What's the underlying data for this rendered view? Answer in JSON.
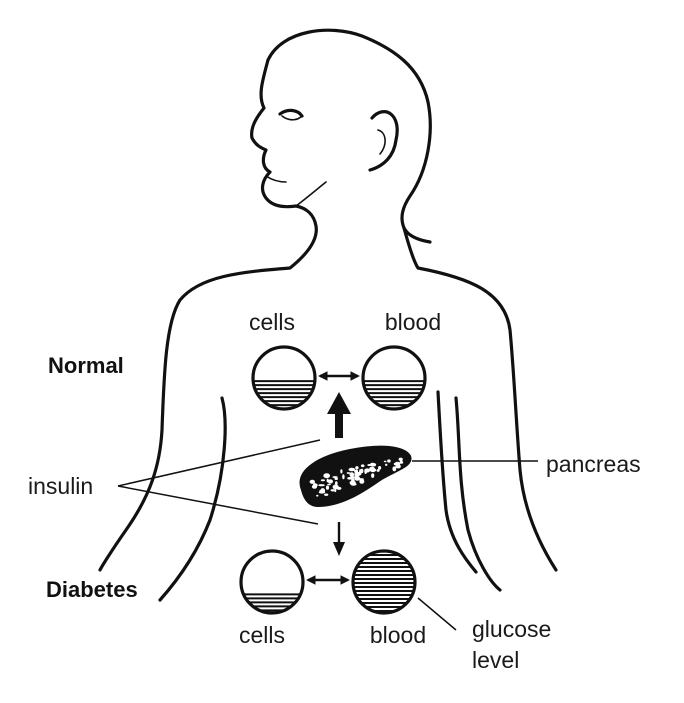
{
  "labels": {
    "normal": "Normal",
    "diabetes": "Diabetes",
    "insulin": "insulin",
    "pancreas": "pancreas",
    "cells_top": "cells",
    "blood_top": "blood",
    "cells_bottom": "cells",
    "blood_bottom": "blood",
    "glucose_line1": "glucose",
    "glucose_line2": "level"
  },
  "glucose_levels": {
    "normal_cells": 0.45,
    "normal_blood": 0.45,
    "diabetes_cells": 0.3,
    "diabetes_blood": 1.0
  },
  "colors": {
    "ink": "#111111",
    "background": "#ffffff"
  }
}
